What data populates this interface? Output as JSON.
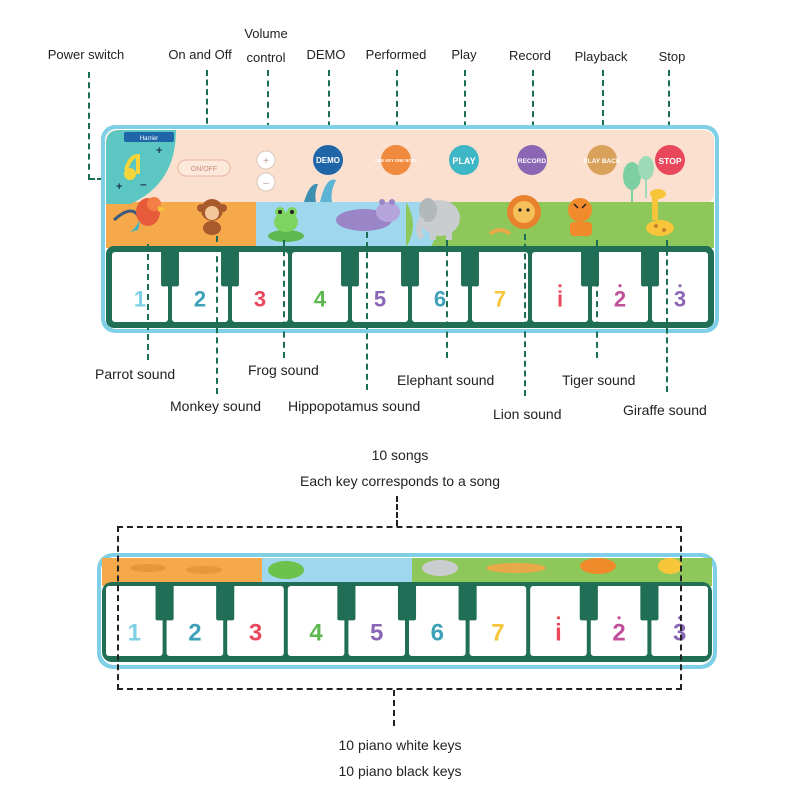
{
  "top_labels": {
    "power_switch": "Power switch",
    "on_off": "On and Off",
    "volume_line1": "Volume",
    "volume_line2": "control",
    "demo": "DEMO",
    "performed": "Performed",
    "play": "Play",
    "record": "Record",
    "playback": "Playback",
    "stop": "Stop"
  },
  "bottom_labels": {
    "parrot": "Parrot sound",
    "monkey": "Monkey sound",
    "frog": "Frog sound",
    "hippo": "Hippopotamus sound",
    "elephant": "Elephant sound",
    "lion": "Lion sound",
    "tiger": "Tiger sound",
    "giraffe": "Giraffe sound"
  },
  "mat_buttons": {
    "brand": "Harrier",
    "on_off": "ON/OFF",
    "demo": "DEMO",
    "one_key": "ONE KEY ONE NOTE",
    "play": "PLAY",
    "record": "RECORD",
    "playback": "PLAY BACK",
    "stop": "STOP"
  },
  "key_numbers": [
    "1",
    "2",
    "3",
    "4",
    "5",
    "6",
    "7",
    "i",
    "2",
    "3"
  ],
  "songs": {
    "line1": "10 songs",
    "line2": "Each key corresponds to a song"
  },
  "keys_info": {
    "line1": "10 piano white keys",
    "line2": "10 piano black keys"
  },
  "colors": {
    "mat_border": "#7fd0e6",
    "keyboard_frame": "#1f6e55",
    "header_peach": "#fbe0cf",
    "orange_ground": "#f5a94a",
    "water_blue": "#9fd8ee",
    "grass_green": "#8fc85a",
    "demo_blue": "#1f66a8",
    "performed_orange": "#f08a3c",
    "play_teal": "#3fb6c6",
    "record_purple": "#8a66b5",
    "playback_tan": "#d9a15a",
    "stop_red": "#e8475c"
  }
}
